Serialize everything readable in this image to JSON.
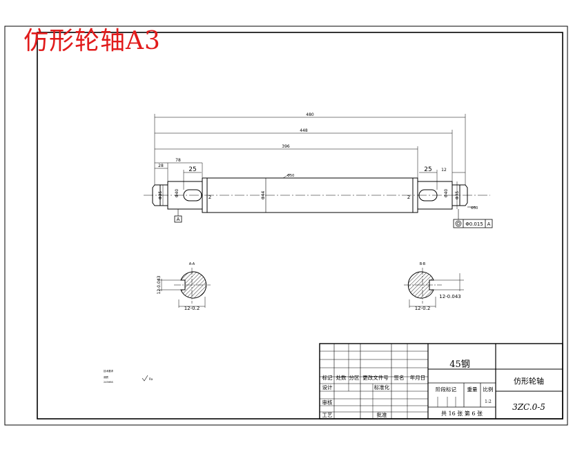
{
  "watermark_title": "仿形轮轴A3",
  "colors": {
    "title_red": "#e11b1b",
    "line": "#000000"
  },
  "dimensions": {
    "overall": "480",
    "mid": "448",
    "inner": "396",
    "left_78": "78",
    "left_28": "28",
    "left_25": "25",
    "right_25": "25",
    "right_12": "12",
    "body_dia": "Φ44",
    "left_dia_1": "Φ35",
    "left_dia_2": "Φ40",
    "right_dia_1": "Φ40",
    "right_dia_2": "Φ35",
    "chamfer_left": "2",
    "chamfer_right": "2",
    "surface_mark": "Φ50",
    "tolerance_box": "Φ0.015",
    "datum": "A"
  },
  "sections": {
    "left": {
      "label": "A-A",
      "depth": "12-0.2",
      "width": "12-0.043"
    },
    "right": {
      "label": "B-B",
      "depth": "12-0.2",
      "width": "12-0.043"
    }
  },
  "notes": {
    "line1": "技术要求",
    "line2": "调质",
    "line3": "245HBS",
    "roughness": "Ra"
  },
  "title_block": {
    "material": "45钢",
    "part_name": "仿形轮轴",
    "drawing_no": "3ZC.0-5",
    "headers": [
      "标记",
      "处数",
      "分区",
      "更改文件号",
      "签名",
      "年月日"
    ],
    "row_design": "设计",
    "row_standard": "标准化",
    "row_check": "审核",
    "row_process": "工艺",
    "row_approve": "批准",
    "stage_mark": "阶段标记",
    "weight": "重量",
    "scale": "比例",
    "scale_value": "1:2",
    "sheets": "共 16 张 第 6 张"
  }
}
